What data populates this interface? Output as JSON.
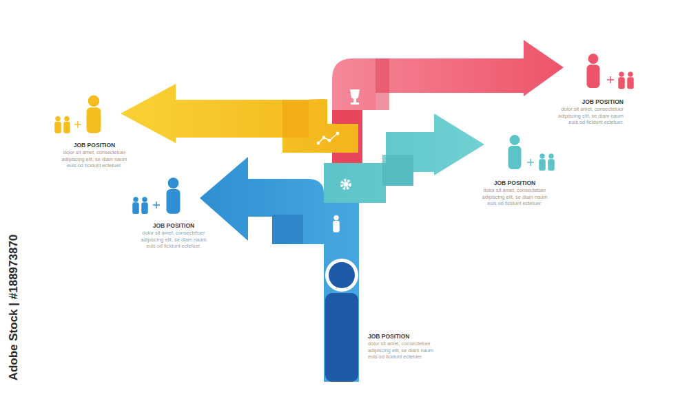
{
  "diagram": {
    "labels": [
      "JOB POSITION",
      "dolor sit amet, consectetuer adipiscing elit, se diam naum euis od ticidunt ectetuer.",
      "JOB POSITION",
      "dolor sit amet, consectetuer adipiscing elit, se diam naum euis od ticidunt ectetuer.",
      "JOB POSITION",
      "dolor sit amet, consectetuer adipiscing elit, se diam naum euis od ticidunt ectetuer.",
      "JOB POSITION",
      "dolor sit amet, consectetuer adipiscing elit, se diam naum euis od ticidunt ectetuer.",
      "JOB POSITION",
      "dolor sit amet, consectetuer adipiscing elit, se diam naum euis od ticidunt ectetuer.",
      "Adobe Stock | #188973870"
    ]
  }
}
